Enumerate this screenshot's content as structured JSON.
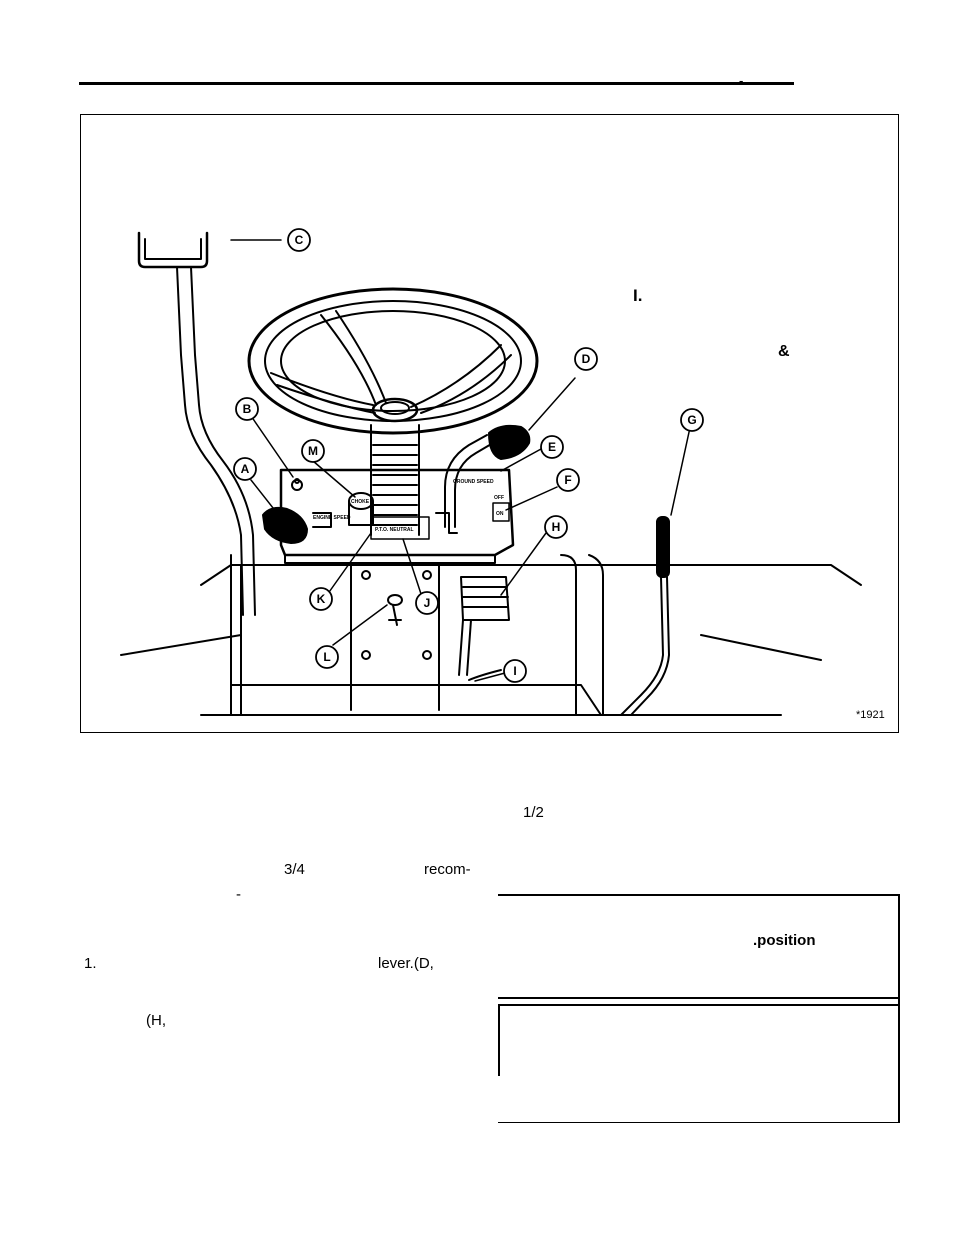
{
  "header": {
    "dash": "-"
  },
  "figure": {
    "callouts": [
      "C",
      "D",
      "G",
      "E",
      "F",
      "H",
      "B",
      "M",
      "A",
      "K",
      "J",
      "L",
      "I"
    ],
    "panel_labels": {
      "choke": "CHOKE",
      "engine_speed": "ENGINE SPEED",
      "ground_speed": "GROUND SPEED",
      "pto_neutral": "P.T.O. NEUTRAL",
      "off": "OFF",
      "on": "ON"
    },
    "fragment_I": "I.",
    "fragment_amp": "&",
    "tag": "*1921"
  },
  "body_text": {
    "half": "1/2",
    "three_quarter": "3/4",
    "recom": "recom-",
    "dash": "-",
    "step_num": "1.",
    "lever": "lever.(D,",
    "h_ref": "(H,"
  },
  "notebox": {
    "position": ".position"
  }
}
